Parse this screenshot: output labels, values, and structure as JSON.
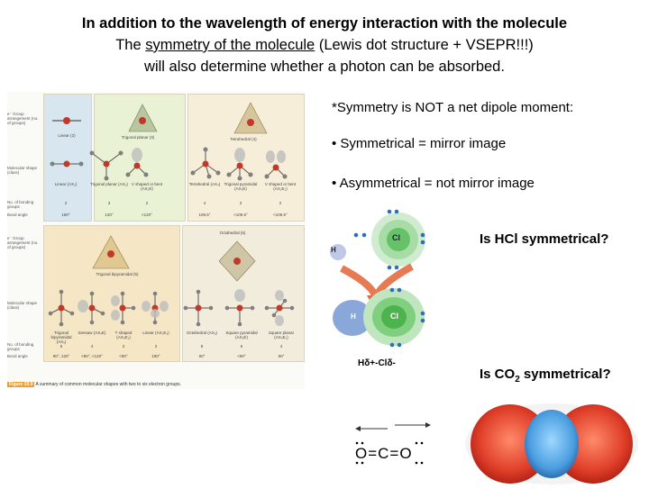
{
  "title": {
    "line1": "In addition to the wavelength of energy interaction with the molecule",
    "line2_pre": "The ",
    "line2_link": "symmetry of the molecule",
    "line2_post": " (Lewis dot structure + VSEPR!!!)",
    "line3": "will also determine whether a photon can be absorbed."
  },
  "notes": {
    "symmetry_note": "*Symmetry is NOT a net dipole moment:",
    "bullet1": "• Symmetrical = mirror image",
    "bullet2": "• Asymmetrical = not mirror image"
  },
  "questions": {
    "hcl": "Is HCl symmetrical?",
    "co2_pre": "Is CO",
    "co2_sub": "2",
    "co2_post": " symmetrical?"
  },
  "hcl_diagram": {
    "atom_h": "H",
    "atom_cl": "Cl",
    "partial_label": "Hδ+-Clδ-"
  },
  "co2_lewis": {
    "formula": "O=C=O"
  },
  "figure": {
    "caption_number": "Figure 10.9",
    "caption_text": "A summary of common molecular shapes with two to six electron groups.",
    "top_labels": [
      "e⁻ Group arrangement (no. of groups)",
      "Molecular shape (class)",
      "No. of bonding groups",
      "Bond angle"
    ],
    "bottom_labels": [
      "e⁻ Group arrangement (no. of groups)",
      "Molecular shape (class)",
      "No. of bonding groups",
      "Bond angle"
    ],
    "top_headers": [
      "Linear (2)",
      "Trigonal planar (3)",
      "Tetrahedral (4)"
    ],
    "bottom_headers": [
      "Trigonal bipyramidal (5)",
      "Octahedral (6)"
    ],
    "top_shapes": [
      "Linear (AX₂)",
      "Trigonal planar (AX₃)",
      "V shaped or bent (AX₂E)",
      "Tetrahedral (AX₄)",
      "Trigonal pyramidal (AX₃E)",
      "V shaped or bent (AX₂E₂)"
    ],
    "top_counts": [
      "2",
      "3",
      "2",
      "4",
      "3",
      "2"
    ],
    "top_angles": [
      "180°",
      "120°",
      "<120°",
      "109.5°",
      "<109.5°",
      "<109.5°"
    ],
    "bottom_shapes": [
      "Trigonal bipyramidal (AX₅)",
      "Seesaw (AX₄E)",
      "T shaped (AX₃E₂)",
      "Linear (AX₂E₃)",
      "Octahedral (AX₆)",
      "Square pyramidal (AX₅E)",
      "Square planar (AX₄E₂)"
    ],
    "bottom_counts": [
      "5",
      "4",
      "3",
      "2",
      "6",
      "5",
      "4"
    ],
    "bottom_angles": [
      "90°, 120°",
      "<90°, <120°",
      "<90°",
      "180°",
      "90°",
      "<90°",
      "90°"
    ]
  }
}
